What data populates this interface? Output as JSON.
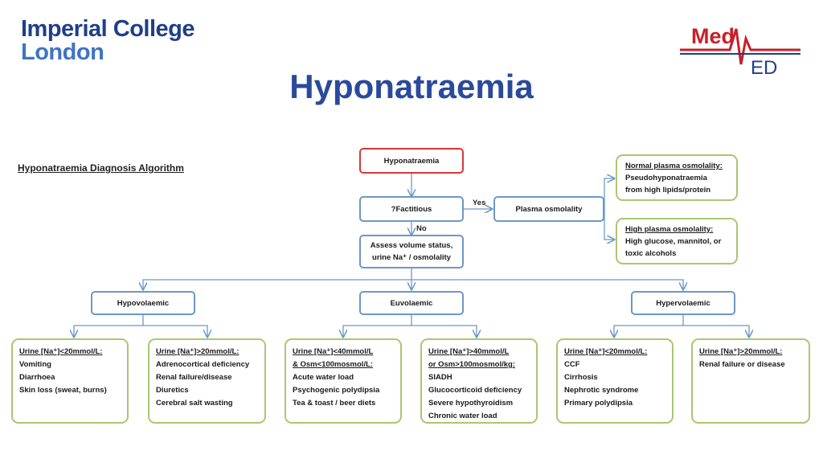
{
  "brand": {
    "line1": "Imperial College",
    "line2": "London"
  },
  "logo": {
    "line1": "Med",
    "line2": "ED",
    "color_red": "#c8202a",
    "color_blue": "#1f3f8a"
  },
  "slide_title": "Hyponatraemia",
  "algorithm_title": "Hyponatraemia Diagnosis Algorithm",
  "nodes": {
    "root": "Hyponatraemia",
    "factitious": "?Factitious",
    "plasma_osmolality": "Plasma osmolality",
    "assess": [
      "Assess volume status,",
      "urine Na⁺ / osmolality"
    ],
    "hypovolaemic": "Hypovolaemic",
    "euvolaemic": "Euvolaemic",
    "hypervolaemic": "Hypervolaemic"
  },
  "edge_labels": {
    "yes": "Yes",
    "no": "No"
  },
  "osmolality_boxes": [
    {
      "heading": "Normal plasma osmolality:",
      "items": [
        "Pseudohyponatraemia",
        "from high lipids/protein"
      ]
    },
    {
      "heading": "High plasma osmolality:",
      "items": [
        "High glucose, mannitol, or",
        "toxic alcohols"
      ]
    }
  ],
  "outcome_boxes": [
    {
      "heading": [
        "Urine [Na⁺]<20mmol/L:"
      ],
      "items": [
        "Vomiting",
        "Diarrhoea",
        "Skin loss (sweat, burns)"
      ]
    },
    {
      "heading": [
        "Urine [Na⁺]>20mmol/L:"
      ],
      "items": [
        "Adrenocortical deficiency",
        "Renal failure/disease",
        "Diuretics",
        "Cerebral salt wasting"
      ]
    },
    {
      "heading": [
        "Urine [Na⁺]<40mmol/L",
        "& Osm<100mosmol/L:"
      ],
      "items": [
        "Acute water load",
        "Psychogenic polydipsia",
        "Tea & toast / beer diets"
      ]
    },
    {
      "heading": [
        "Urine [Na⁺]>40mmol/L",
        "or Osm>100mosmol/kg:"
      ],
      "items": [
        "SIADH",
        "Glucocorticoid deficiency",
        "Severe hypothyroidism",
        "Chronic water load"
      ]
    },
    {
      "heading": [
        "Urine [Na⁺]<20mmol/L:"
      ],
      "items": [
        "CCF",
        "Cirrhosis",
        "Nephrotic syndrome",
        "Primary polydipsia"
      ]
    },
    {
      "heading": [
        "Urine [Na⁺]>20mmol/L:"
      ],
      "items": [
        "Renal failure or disease"
      ]
    }
  ]
}
